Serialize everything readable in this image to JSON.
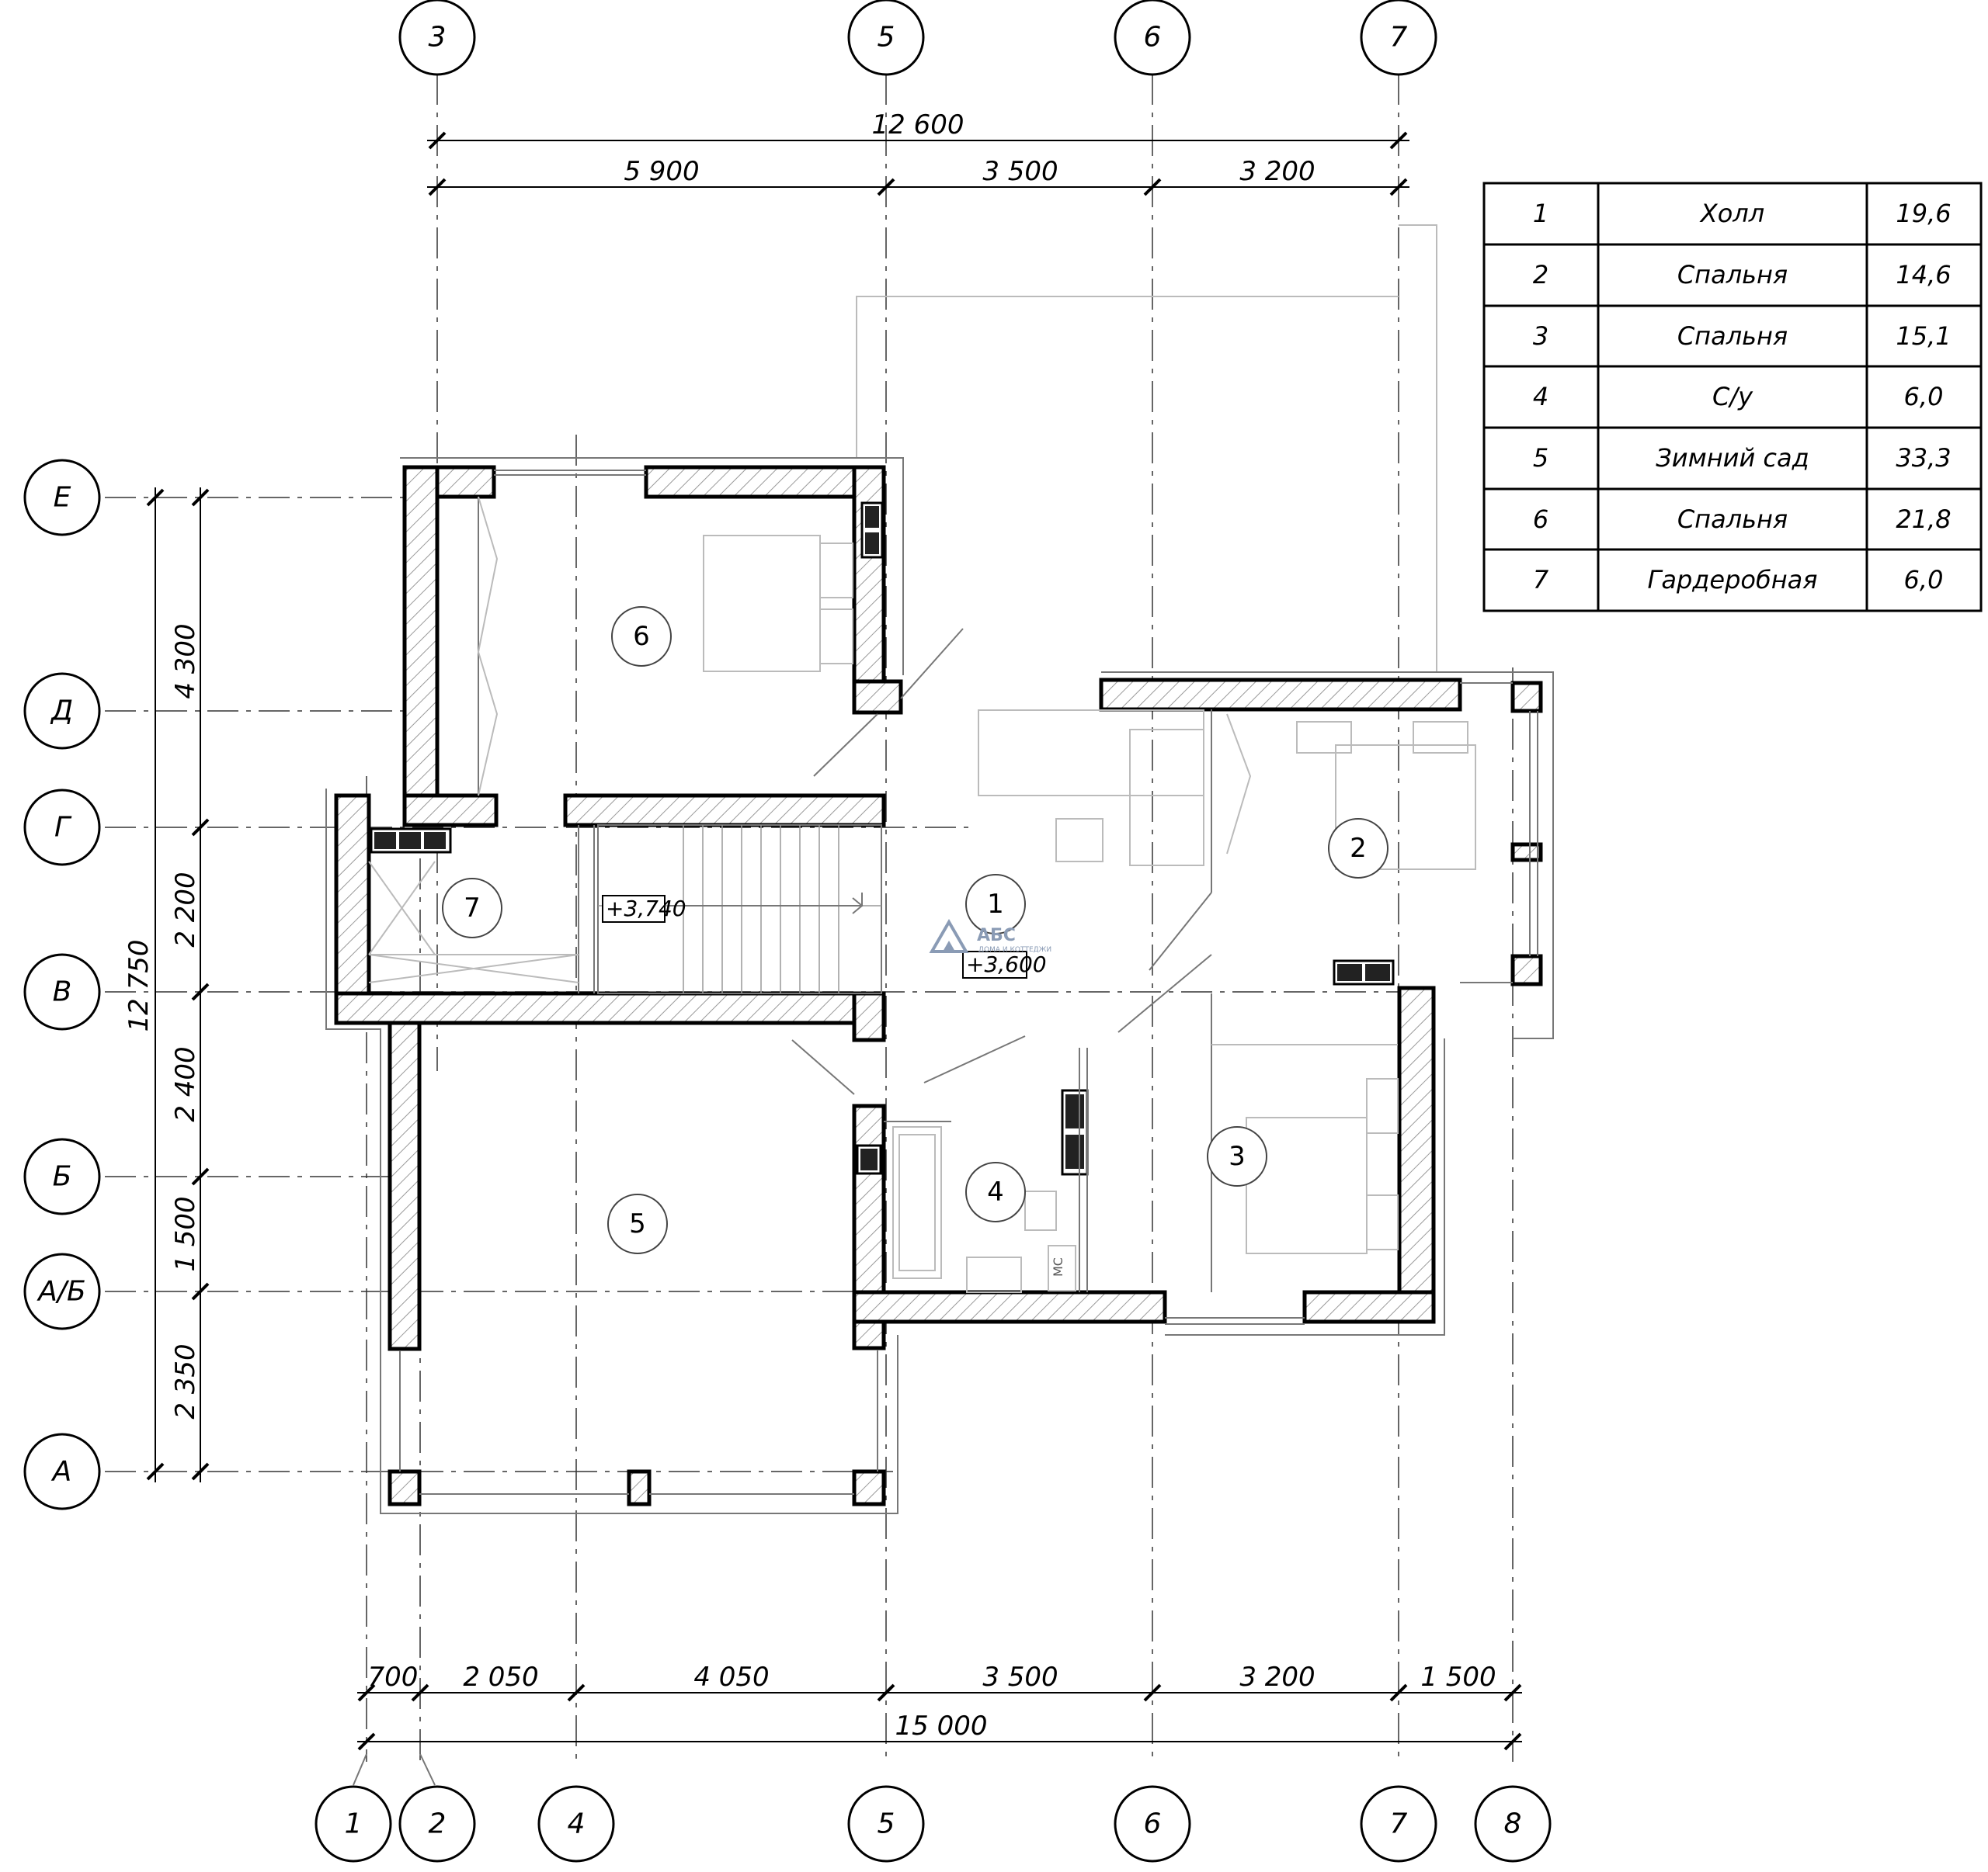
{
  "axes": {
    "top": [
      "3",
      "5",
      "6",
      "7"
    ],
    "bottom": [
      "1",
      "2",
      "4",
      "5",
      "6",
      "7",
      "8"
    ],
    "left": [
      "Е",
      "Д",
      "Г",
      "В",
      "Б",
      "А/Б",
      "А"
    ]
  },
  "dimensions": {
    "top_overall": "12  600",
    "top_segments": [
      "5  900",
      "3  500",
      "3  200"
    ],
    "bottom_segments": [
      "700",
      "2  050",
      "4  050",
      "3  500",
      "3  200",
      "1  500"
    ],
    "bottom_overall": "15  000",
    "left_segments": [
      "4  300",
      "2  200",
      "2  400",
      "1  500",
      "2  350"
    ],
    "left_overall": "12  750"
  },
  "levels": {
    "stair": "+3,740",
    "hall": "+3,600"
  },
  "fixture_label": "МС",
  "logo": {
    "name": "АБС",
    "tagline": "ДОМА И КОТТЕДЖИ"
  },
  "rooms": [
    {
      "num": "1",
      "name": "Холл",
      "area": "19,6"
    },
    {
      "num": "2",
      "name": "Спальня",
      "area": "14,6"
    },
    {
      "num": "3",
      "name": "Спальня",
      "area": "15,1"
    },
    {
      "num": "4",
      "name": "С/у",
      "area": "6,0"
    },
    {
      "num": "5",
      "name": "Зимний сад",
      "area": "33,3"
    },
    {
      "num": "6",
      "name": "Спальня",
      "area": "21,8"
    },
    {
      "num": "7",
      "name": "Гардеробная",
      "area": "6,0"
    }
  ]
}
